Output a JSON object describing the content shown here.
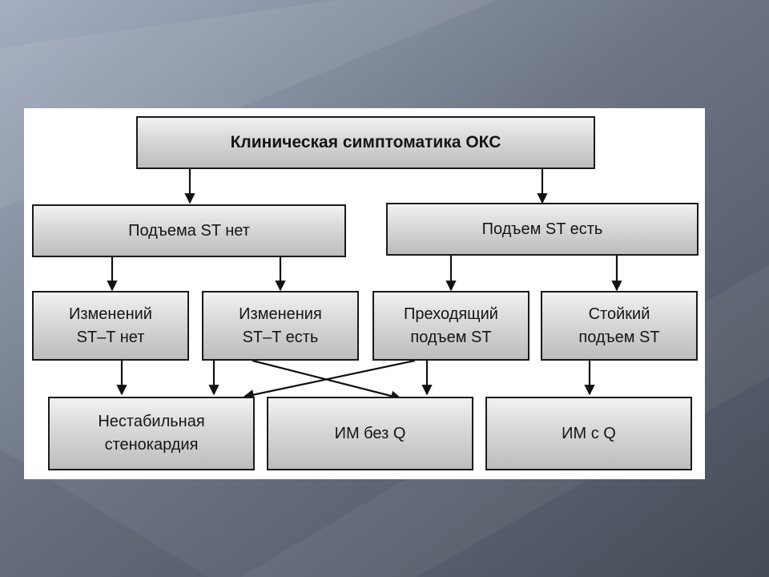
{
  "slide": {
    "background_colors": [
      "#a4afc2",
      "#6e7686",
      "#454b56"
    ]
  },
  "diagram": {
    "top": "Клиническая симптоматика ОКС",
    "level2": {
      "left": "Подъема ST нет",
      "right": "Подъем ST есть"
    },
    "level3": {
      "a": "Изменений\nST–T нет",
      "b": "Изменения\nST–T есть",
      "c": "Преходящий\nподъем ST",
      "d": "Стойкий\nподъем ST"
    },
    "level4": {
      "unstable_angina": "Нестабильная\nстенокардия",
      "mi_without_q": "ИМ без Q",
      "mi_with_q": "ИМ с Q"
    },
    "colors": {
      "box_border": "#1a1a1a",
      "box_fill_light": "#f2f2f2",
      "box_fill_dark": "#bdbdbd",
      "arrow": "#111111"
    }
  }
}
